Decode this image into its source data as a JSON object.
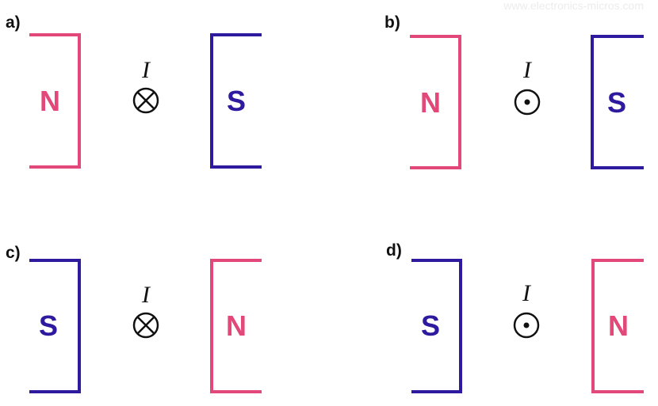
{
  "watermark": "www.electronics-micros.com",
  "colors": {
    "north": "#E2487A",
    "south": "#2E1A9E",
    "ink": "#111111"
  },
  "panels": [
    {
      "label": "a)",
      "left_pole": "N",
      "right_pole": "S",
      "current_label": "I",
      "current_symbol": "into-page-cross"
    },
    {
      "label": "b)",
      "left_pole": "N",
      "right_pole": "S",
      "current_label": "I",
      "current_symbol": "out-of-page-dot"
    },
    {
      "label": "c)",
      "left_pole": "S",
      "right_pole": "N",
      "current_label": "I",
      "current_symbol": "into-page-cross"
    },
    {
      "label": "d)",
      "left_pole": "S",
      "right_pole": "N",
      "current_label": "I",
      "current_symbol": "out-of-page-dot"
    }
  ]
}
